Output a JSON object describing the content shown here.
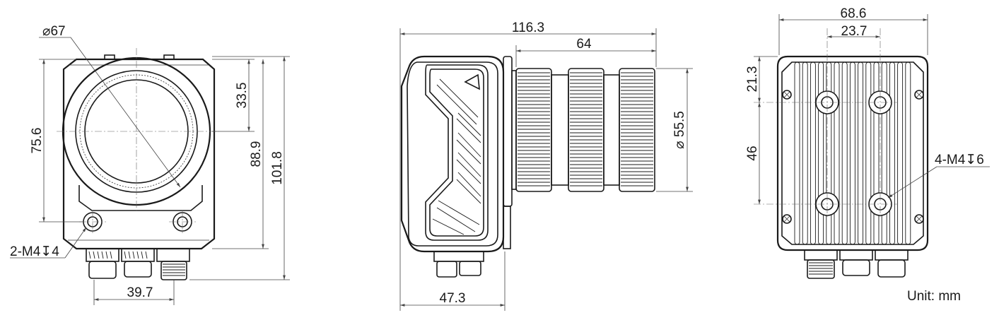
{
  "front_view": {
    "lens_diameter": "67",
    "diameter_symbol": "⌀",
    "dim_height_outer": "101.8",
    "dim_height_mount": "88.9",
    "dim_height_left": "75.6",
    "dim_lens_center": "33.5",
    "dim_connector_span": "39.7",
    "thread_callout": "2-M4↧4"
  },
  "side_view": {
    "dim_total_length": "116.3",
    "dim_lens_length": "64",
    "dim_body_depth": "47.3",
    "lens_barrel_diameter": "55.5",
    "diameter_symbol": "⌀"
  },
  "rear_view": {
    "dim_width": "68.6",
    "dim_hole_spacing_x": "23.7",
    "dim_top_offset": "21.3",
    "dim_hole_spacing_y": "46",
    "thread_callout": "4-M4↧6"
  },
  "unit_label": "Unit: mm"
}
